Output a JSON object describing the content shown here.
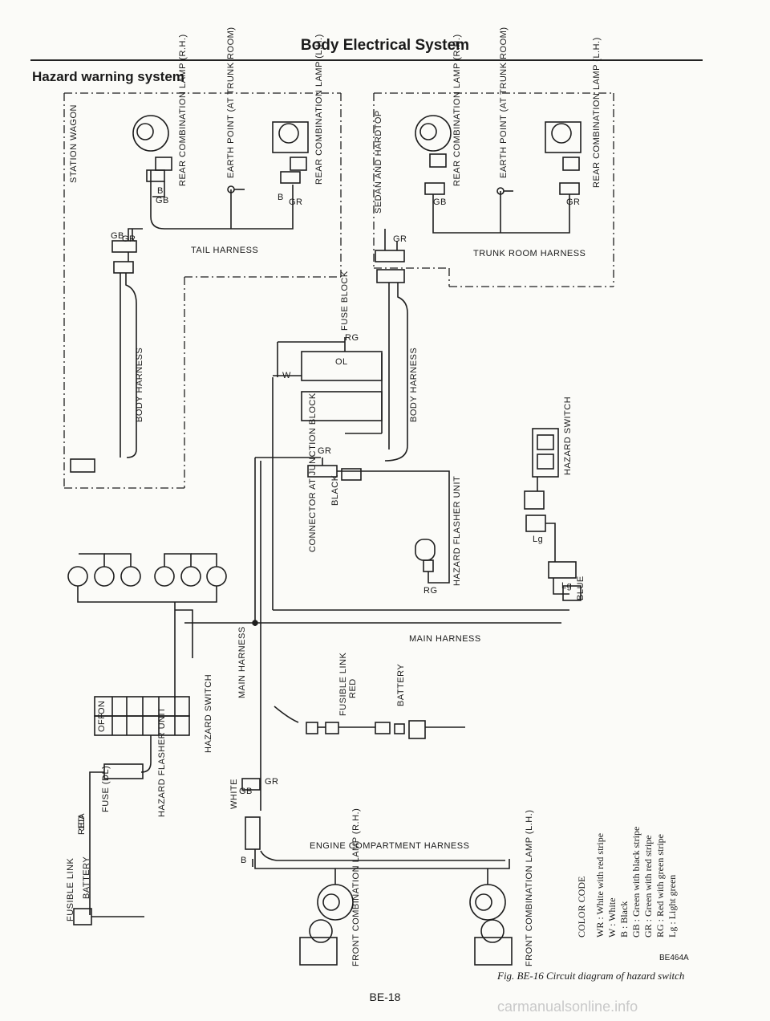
{
  "page": {
    "header": "Body Electrical System",
    "section_title": "Hazard warning system",
    "page_number": "BE-18",
    "figure_ref": "BE464A",
    "caption": "Fig. BE-16 Circuit diagram of hazard switch",
    "watermark": "carmanualsonline.info"
  },
  "labels": {
    "station_wagon": "STATION WAGON",
    "sedan_hardtop": "SEDAN AND HARDTOP",
    "rear_combo_rh": "REAR COMBINATION LAMP (R.H.)",
    "earth_point": "EARTH POINT (AT TRUNK ROOM)",
    "rear_combo_lh": "REAR COMBINATION LAMP (L.H.)",
    "tail_harness": "TAIL HARNESS",
    "trunk_room_harness": "TRUNK ROOM HARNESS",
    "body_harness": "BODY HARNESS",
    "fuse_block": "FUSE BLOCK",
    "connector_junction": "CONNECTOR AT JUNCTION BLOCK",
    "black": "BLACK",
    "hazard_flasher_unit": "HAZARD FLASHER UNIT",
    "hazard_switch": "HAZARD SWITCH",
    "blue": "BLUE",
    "main_harness": "MAIN HARNESS",
    "fusible_link": "FUSIBLE LINK",
    "red": "RED",
    "battery": "BATTERY",
    "engine_compartment_harness": "ENGINE COMPARTMENT HARNESS",
    "front_combo_rh": "FRONT COMBINATION LAMP (R.H.)",
    "front_combo_lh": "FRONT COMBINATION LAMP (L.H.)",
    "white": "WHITE",
    "fuse_dl": "FUSE (DL)",
    "ten_a": "10A",
    "off": "OFF",
    "on": "ON"
  },
  "wire_codes": {
    "B": "B",
    "GB": "GB",
    "GR": "GR",
    "RG": "RG",
    "Lg": "Lg",
    "W": "W",
    "OL": "OL"
  },
  "color_code": {
    "title": "COLOR CODE",
    "entries": [
      "WR : White with red stripe",
      "W : White",
      "B : Black",
      "GB : Green with black stripe",
      "GR : Green with red stripe",
      "RG : Red with green stripe",
      "Lg : Light green"
    ]
  }
}
